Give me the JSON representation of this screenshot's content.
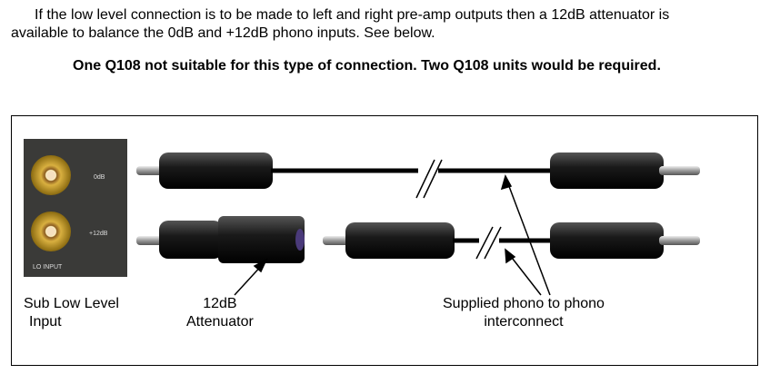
{
  "paragraph": {
    "line1": "If the low level connection is to be made to left and right pre-amp outputs then a 12dB attenuator is",
    "line2": "available to balance the 0dB and +12dB phono inputs.  See below."
  },
  "warning": "One Q108 not suitable for this type of connection.  Two Q108 units would be required.",
  "diagram": {
    "panel": {
      "label_top": "0dB",
      "label_bottom": "+12dB",
      "label_panel": "LO INPUT"
    },
    "labels": {
      "input_line1": "Sub Low Level",
      "input_line2": "Input",
      "attenuator_line1": "12dB",
      "attenuator_line2": "Attenuator",
      "cable_line1": "Supplied phono to phono",
      "cable_line2": "interconnect"
    }
  }
}
